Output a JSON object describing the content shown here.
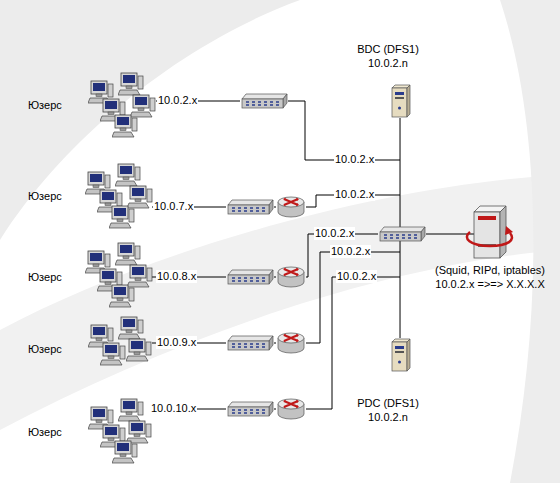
{
  "diagram": {
    "nodes": [
      {
        "text": [
          "BDC (DFS1)",
          "10.0.2.n"
        ]
      },
      {
        "text": [
          "Юзерс"
        ]
      },
      {
        "text": [
          "Юзерс"
        ]
      },
      {
        "text": [
          "(Squid, RIPd, iptables)",
          "10.0.2.x =>=> X.X.X.X"
        ]
      },
      {
        "text": [
          "Юзерс"
        ]
      },
      {
        "text": [
          "Юзерс"
        ]
      },
      {
        "text": [
          "PDC (DFS1)",
          "10.0.2.n"
        ]
      },
      {
        "text": [
          "Юзерс"
        ]
      }
    ],
    "edges": [
      {
        "from": 0,
        "to": 6,
        "arrow": "none"
      }
    ],
    "labels": [
      "10.0.2.x",
      "10.0.2.x",
      "10.0.2.x",
      "10.0.7.x",
      "10.0.2.x",
      "10.0.2.x",
      "10.0.8.x",
      "10.0.2.x",
      "10.0.9.x",
      "10.0.10.x"
    ]
  }
}
